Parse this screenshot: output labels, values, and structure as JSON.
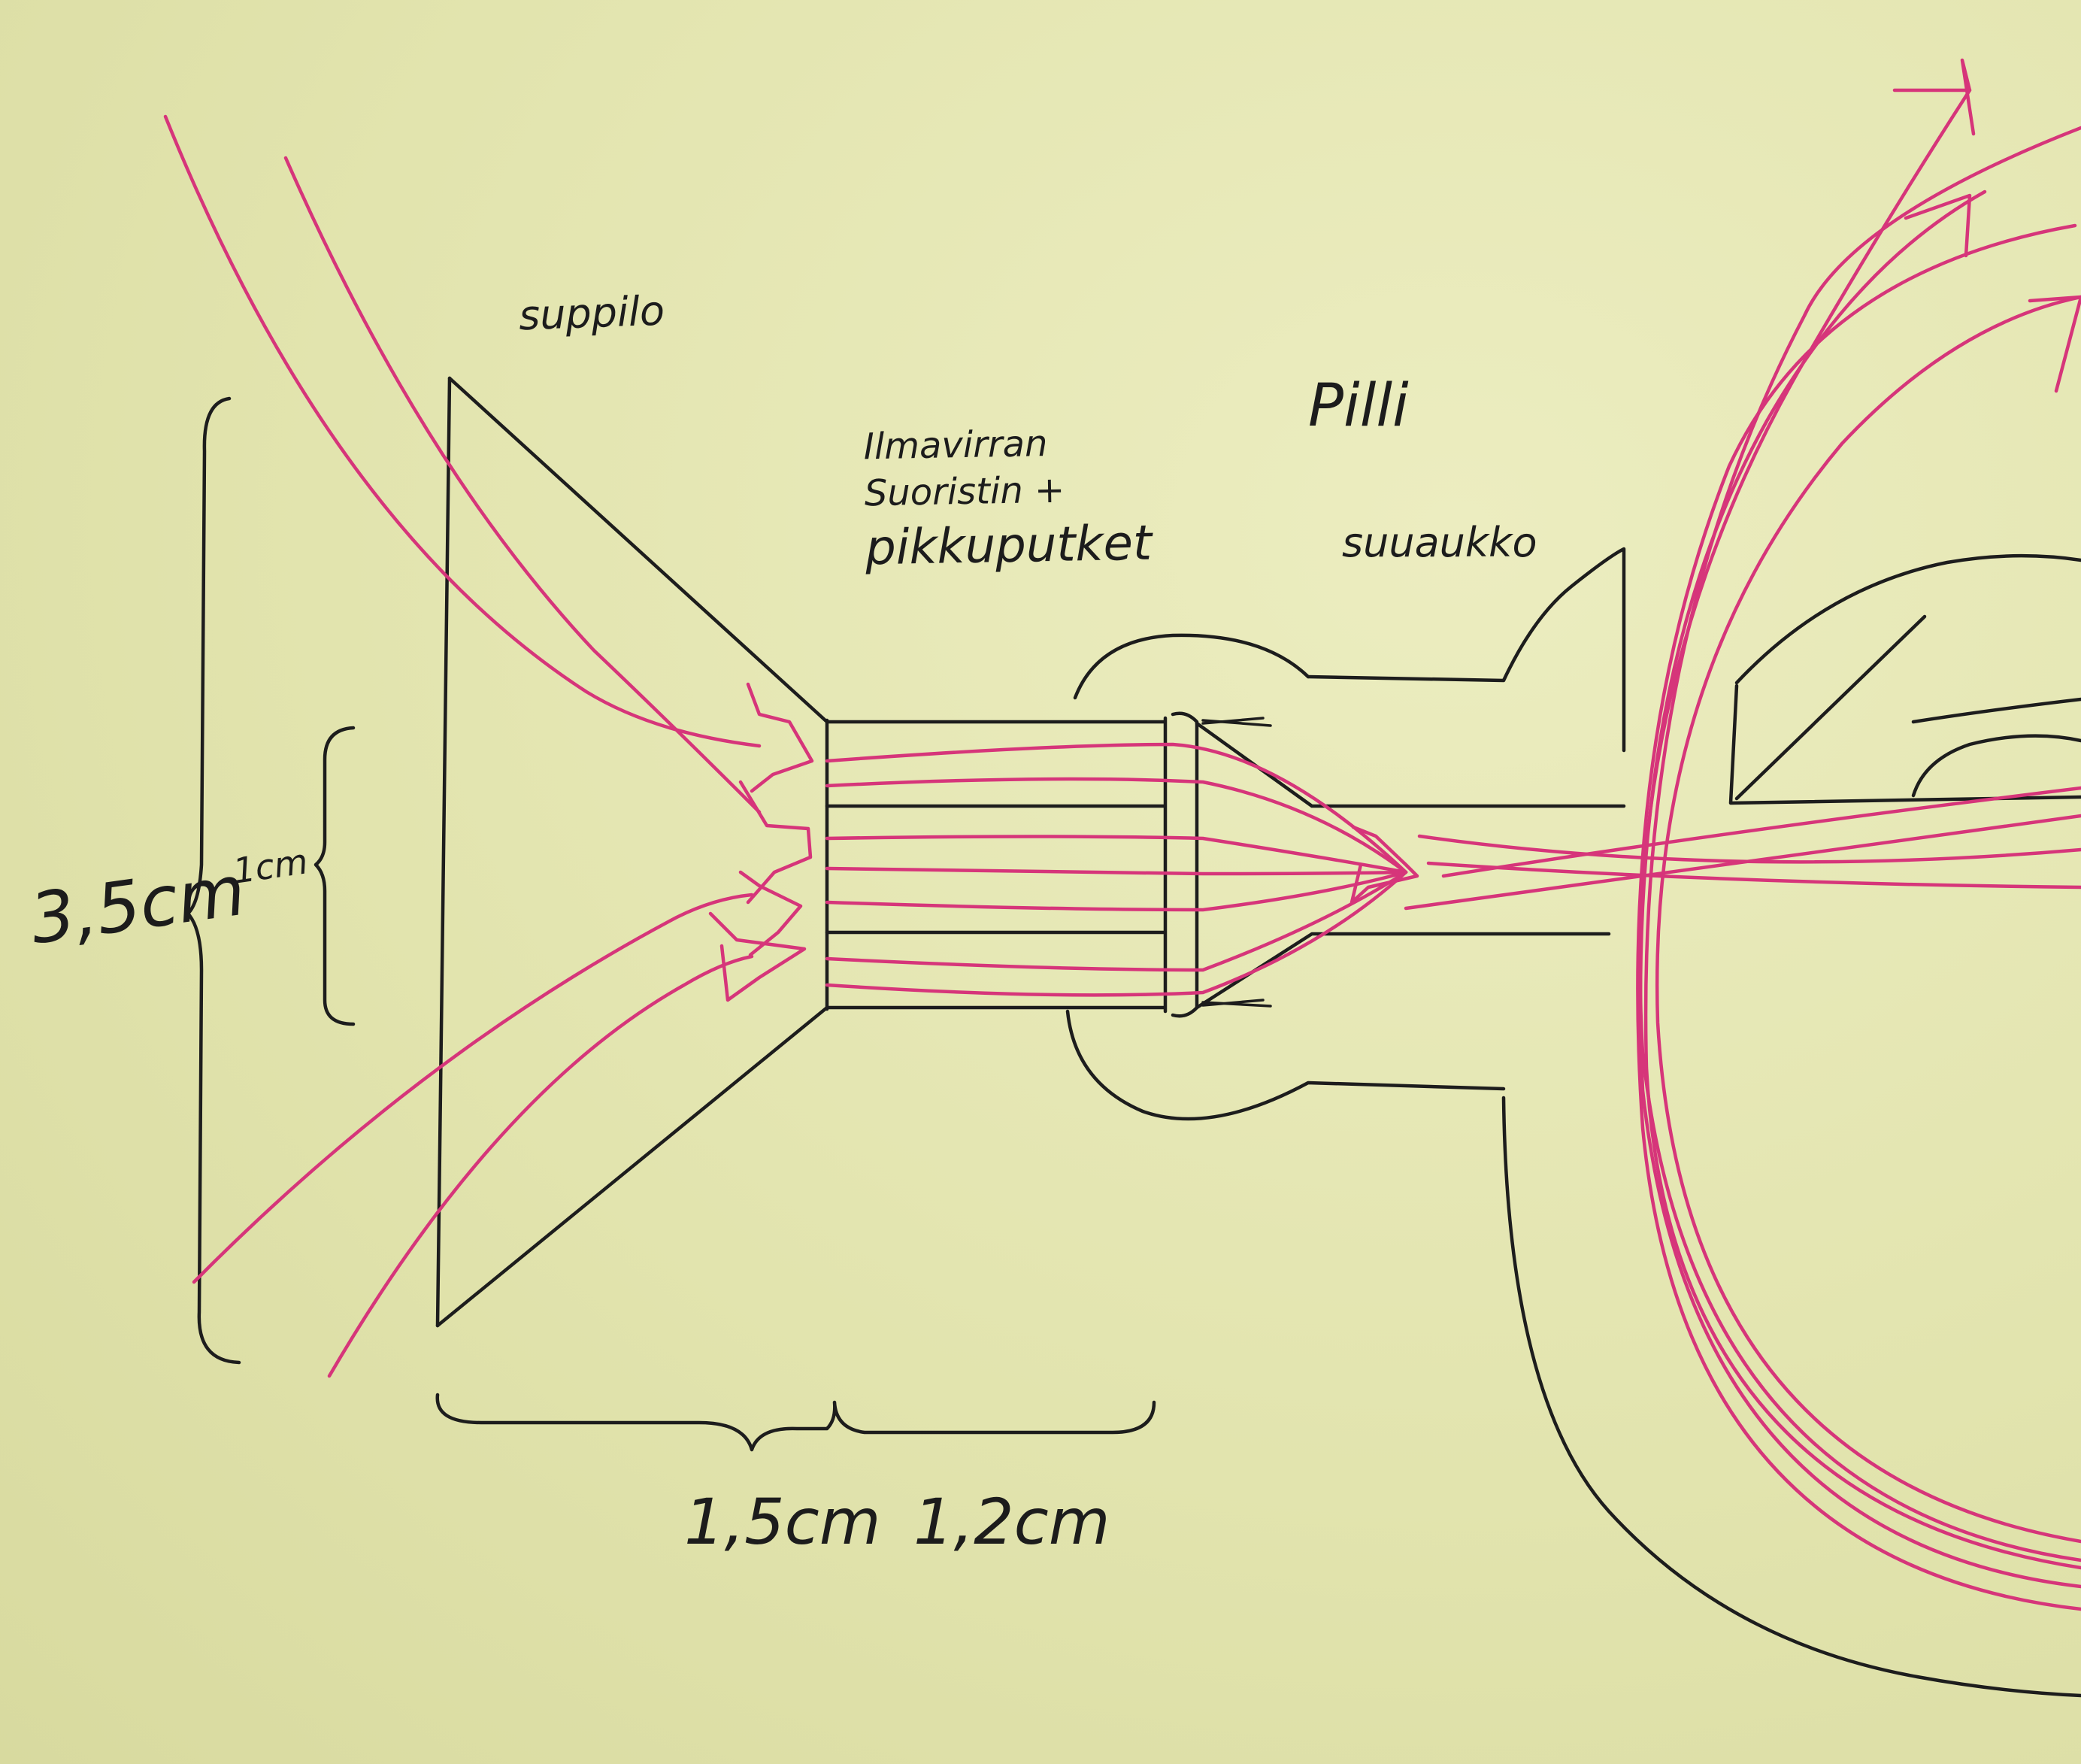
{
  "labels": {
    "suppilo": "suppilo",
    "pilli": "Pilli",
    "suoristin_line1": "Ilmavirran",
    "suoristin_line2": "Suoristin +",
    "suoristin_line3": "pikkuputket",
    "suuaukko": "suuaukko",
    "height_outer": "3,5cm",
    "height_inner": "1cm",
    "length_funnel": "1,5cm",
    "length_straightener": "1,2cm"
  },
  "colors": {
    "paper": "#e4e6b4",
    "ink": "#1d1d1d",
    "airflow": "#d6357a"
  }
}
